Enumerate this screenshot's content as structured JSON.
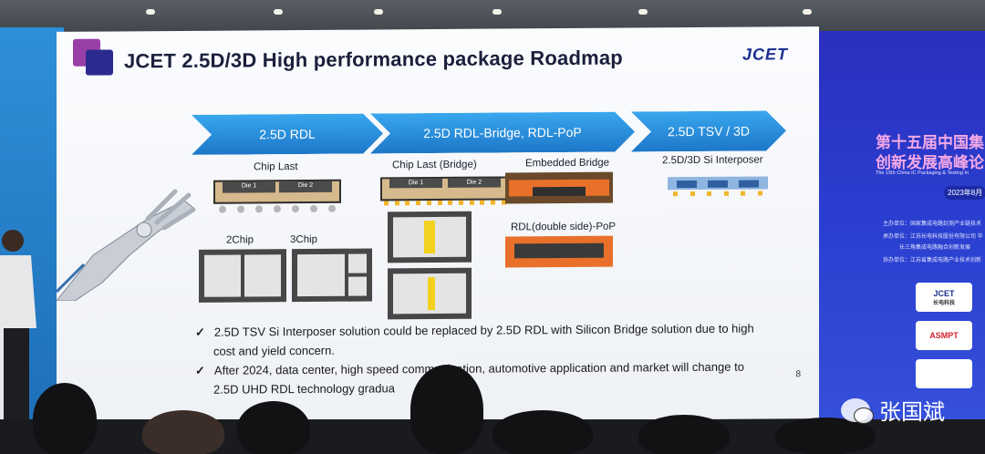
{
  "slide": {
    "title": "JCET 2.5D/3D High performance package Roadmap",
    "brand": "JCET",
    "page_number": "8",
    "chevrons": [
      "2.5D RDL",
      "2.5D RDL-Bridge, RDL-PoP",
      "2.5D TSV / 3D"
    ],
    "labels": {
      "chip_last": "Chip Last",
      "chip_last_bridge": "Chip Last (Bridge)",
      "embedded_bridge": "Embedded Bridge",
      "rdl_pop": "RDL(double side)-PoP",
      "si_interposer": "2.5D/3D Si Interposer",
      "two_chip": "2Chip",
      "three_chip": "3Chip",
      "die1": "Die 1",
      "die2": "Die 2"
    },
    "bullets": [
      {
        "check": "✓",
        "text": "2.5D TSV Si Interposer solution could be replaced by 2.5D RDL with Silicon Bridge solution due to high"
      },
      {
        "check": "",
        "text": "cost and yield concern."
      },
      {
        "check": "✓",
        "text": "After 2024, data center, high speed communication, automotive application and market will change to"
      },
      {
        "check": "",
        "text": "2.5D UHD RDL technology gradua"
      }
    ]
  },
  "banner": {
    "title_line1": "第十五届中国集",
    "title_line2": "创新发展高峰论",
    "subtitle": "The 15th China IC Packaging & Testing In",
    "date": "2023年8月",
    "organizers": [
      "主办单位：国家集成电路封测产业链技术",
      "承办单位：江苏长电科技股份有限公司  华",
      "长三角集成电路融合创新发展",
      "协办单位：江苏省集成电路产业技术创新"
    ],
    "sponsors": [
      {
        "name": "JCET",
        "sub": "长电科技"
      },
      {
        "name": "ASMPT",
        "sub": ""
      }
    ]
  },
  "watermark": {
    "text": "张国斌",
    "icon": "wechat-icon"
  },
  "colors": {
    "chevron": "#2b8fe0",
    "banner": "#2b3fd0",
    "title": "#1a1f3b",
    "brand": "#1b2f8f"
  }
}
